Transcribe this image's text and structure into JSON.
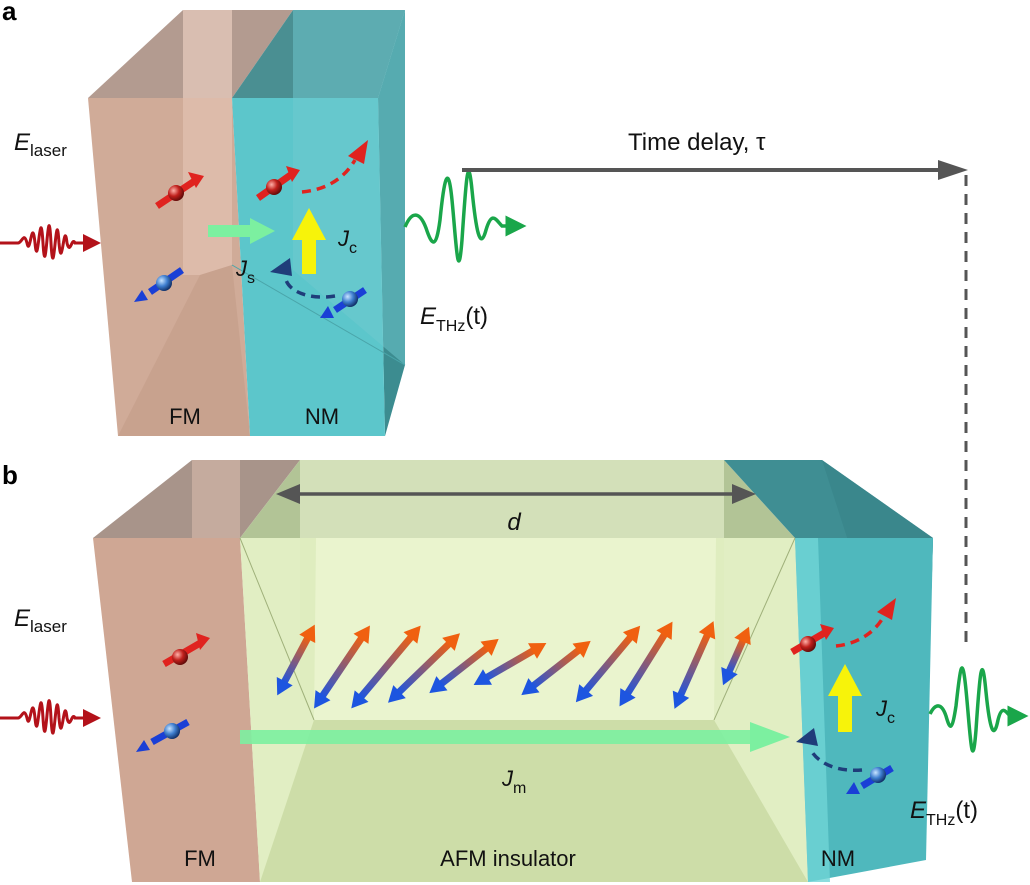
{
  "panel_a": {
    "label": "a",
    "e_laser": {
      "symbol": "E",
      "sub": "laser"
    },
    "j_s": {
      "symbol": "J",
      "sub": "s"
    },
    "j_c": {
      "symbol": "J",
      "sub": "c"
    },
    "e_thz": {
      "symbol": "E",
      "sub": "THz",
      "arg": "(t)"
    },
    "time_delay": "Time delay, τ",
    "layer_fm": "FM",
    "layer_nm": "NM"
  },
  "panel_b": {
    "label": "b",
    "e_laser": {
      "symbol": "E",
      "sub": "laser"
    },
    "d": "d",
    "j_m": {
      "symbol": "J",
      "sub": "m"
    },
    "j_c": {
      "symbol": "J",
      "sub": "c"
    },
    "e_thz": {
      "symbol": "E",
      "sub": "THz",
      "arg": "(t)"
    },
    "layer_fm": "FM",
    "layer_afm": "AFM insulator",
    "layer_nm": "NM"
  },
  "colors": {
    "fm": "#cfa794",
    "nm": "#4fc0c6",
    "afm": "#dcebb8",
    "laser": "#b3121a",
    "thz": "#1aa64a",
    "spin_up": "#e0231f",
    "spin_down": "#1a3fd6",
    "current": "#f7f30a",
    "magnon": "#7cf0a0",
    "delay_line": "#555555"
  }
}
